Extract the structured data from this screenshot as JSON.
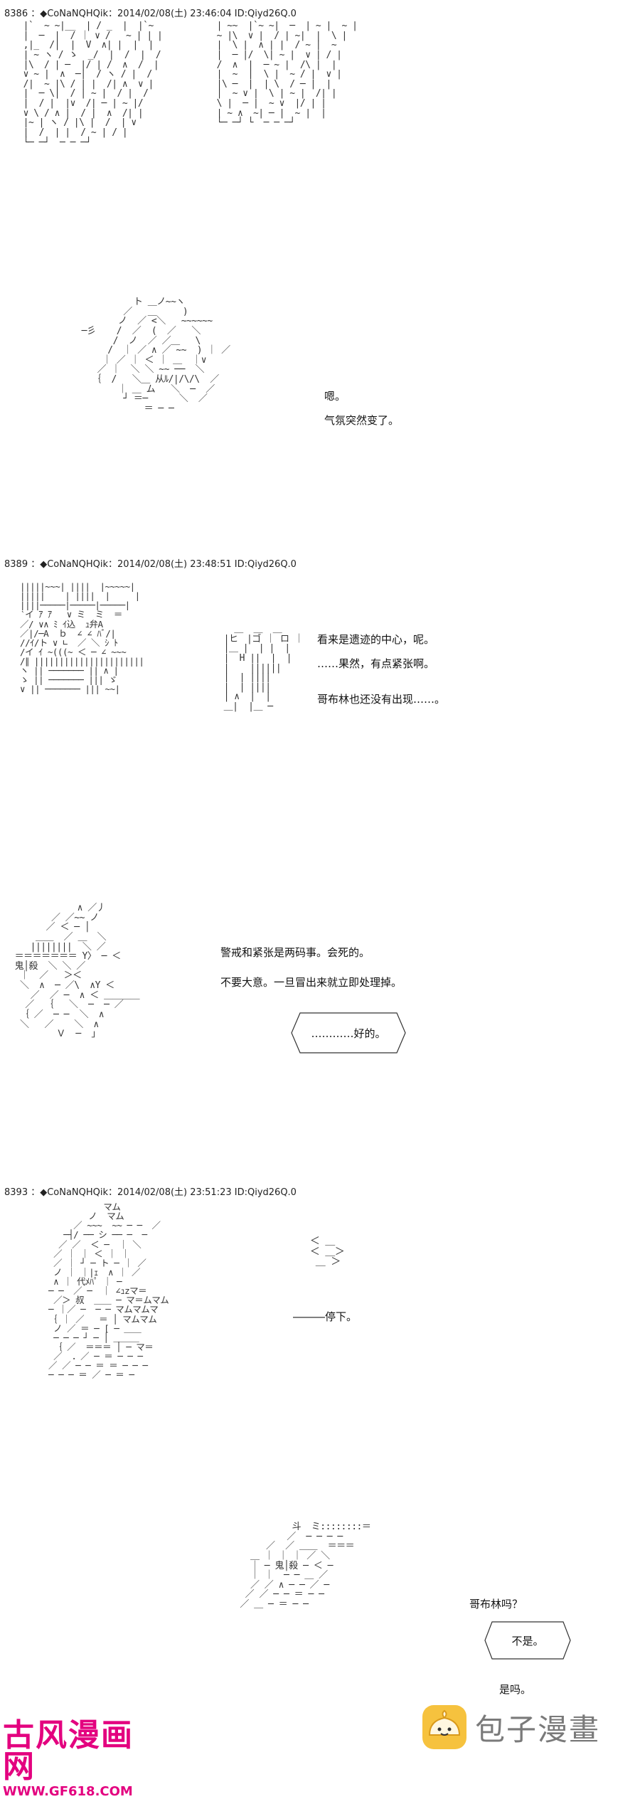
{
  "posts": [
    {
      "header": "8386 ：◆CoNaNQHQik：2014/02/08(土) 23:46:04 ID:Qiyd26Q.0"
    },
    {
      "header": "8389 ：◆CoNaNQHQik：2014/02/08(土) 23:48:51 ID:Qiyd26Q.0"
    },
    {
      "header": "8393 ：◆CoNaNQHQik：2014/02/08(土) 23:51:23 ID:Qiyd26Q.0"
    }
  ],
  "panel1": {
    "line1": "嗯。",
    "line2": "气氛突然变了。"
  },
  "panel2": {
    "line1": "看来是遗迹的中心，呢。",
    "line2": "……果然，有点紧张啊。",
    "line3": "哥布林也还没有出现……。"
  },
  "panel3": {
    "line1": "警戒和紧张是两码事。会死的。",
    "line2": "不要大意。一旦冒出来就立即处理掉。",
    "bubble": "…………好的。"
  },
  "panel4": {
    "line1": "―――停下。"
  },
  "panel5": {
    "line1": "哥布林吗？",
    "bubble": "不是。",
    "line2": "是吗。"
  },
  "aa": {
    "a1": "  |`  ~ ~|__  | / _  |  |`~    \n  |  ─  |  / ｜ ∨ /   ~ | | |\n  ,|_  /|  |  V  ∧| |  |  |\n  | ~ ヽ / ゝ  _/  |  /  |  /\n  |\\  / | ─  |/ | /  ∧  /  |\n  ∨ ~ |  ∧  ─|  / ヽ / |  /\n  /|  ~ |\\ / | |  /| ∧  ∨ |\n  |  ─ \\|  / | ~ |  / |  /\n  |  / |  |∨  /| ─ | ~ |/\n  ∨ \\ / ∧ |  / |  ∧  /| |\n  |~ | ヽ / |\\ |  /  | ∨\n  |  /  | |  / ~ | / |\n  └─ ─┘  ─ ─ ─┘",
    "a2": "  | ~~  |`~ ~|  ─  | ~ |  ~ |\n  ~ |\\  ∨ |  / | ~|  |  \\ |\n  |  \\ |  ∧ | |  / ~ |  ~\n  |  ─ |/  \\| ~ |  ∨ | / |\n  /  ∧  |  ─ ~ |  /\\ |  |\n  |  ~  |  \\ |  ~ / |  ∨ |\n  |\\ ─  |  | \\  / ─ |  |\n  |  ~ ∨ |  \\ | ~ |  /| |\n  \\ |  ─ |  ~ ∨  |/ | |\n  | ~ ∧  ~| ─ |  ~ |  |\n  └─ ─┘ └  ─ ─ ─┘",
    "a3": "            ト ＿ノ~~ヽ\n          ／   ＿     )\n         ノ  ／ <＼   ~~~~~~\n  ─彡    /  ／  (  ／   ＼\n        /  ノ  ／ ／＿   \\\n       /  ｜ ／ ∧ ／ ~~  ) ｜ ／\n      ｜ ／ ｜ ＜ ｜ ＿  ｜∨\n     ／ ｜  ＼ ＼ ~~ ──  ＼\n    ｛  /   ＼＿ 从ﾙ/|/\\/\\  ／\n         ｜ ＿ ム   ＼  ─  ／\n          ┘ ＝─      ＼  ／\n              ＝ ─ ─",
    "a4": "  |||||~~~| ||||  |~~~~~|\n  |||||    | ||||  |     |\n  ||||─────|─────|─────|\n  ‵イ ｱ ｱ   ∨ ミ  ミ  ＝\n  ／/ ∨∧ ﾐ ｲ込  ｭ弁A\n  ／|/─A  ｂ  ∠ ∠ ﾊﾞ/|\n  //ｲ/ト ∨ ∟  ／ ＼ ｼ ﾄ\n  /イ ｲ ~(((~ ＜ ─ ∠ ~~~\n  /∥ ||||||||||||||||||||||\n  ヽ || ─────── || ∧ |\n  ゝ || ─────── ||| ゞ\n  ∨ || ─────── ||| ~~|",
    "a5": "    ＿  ＿  ＿\n  |ヒ　|ゴ ｜ ロ ｜\n  |＿ |  | |  |\n  |  H ||  |  |\n  |    ||||||\n  |  | ||||\n  |  | ||||\n  | ∧  |  |\n  ＿|  |＿ ─",
    "a6": "              ∧ ／丿\n         ／ ／~~ ノ\n        ／ ＜ ─ │\n      ＿＿  ／ ＿  ＼\n     ||||||||  ＼ ／\n  ＝＝＝＝＝＝＝ Y〉 ─ ＜\n  鬼│殺  ＼ ＼ ／\n   ｜  ／   ＞＜\n   ＼  ∧  ─ ／\\  ∧Y ＜\n     ／  ／ ─  ∧ ＜ ＿＿＿＿\n    ／  ｛   ＼  ─  ─ ／\n   ｛ ／  ─ ─  ＼  ∧\n   ＼   ／    ＼  ∧\n          Ｖ  ─  ｣",
    "a7": "             マム\n          ノ  マム\n       ／ ~~~  ~~ ─ ─  ／\n     ─┤/ ── シ ── ─  ─\n    ／ ／  ＜ ─  ｜ ＼\n   ／ ｜ ｜ ＜ ｜ ｜\n   ／ ｜ ┘ ─ ト ─ ｜ ／\n   ノ ｜ ｜|ｪ  ∧ ｜ ／\n   ∧ ｜ 代ﾒﾊﾟ ｜ ─\n  ─ ─  ／ ─  ｜ ∠ｭzマ＝\n   ／＞ 叔  ＿＿ ─ マ＝ムマム\n  ─ ｜／ ─  ─ ─ マムマムマ\n  ｛ ｜ ／   ＝ │ マムマム\n   ノ ／ ＝ ─ [ ─ ＿＿\n   ─ ─ ─ ┘ ─ │ ＿＿＿\n   ｛ ／  ＝＝＝ │ ─ マ＝\n   ／  ．／ ─ ＝ ─ ─ ─\n  ／ ／ ─ ─ ＝ ＝ ─ ─ ─\n  ─ ─ ─ ＝ ／ ─ ＝ ─",
    "a8": "  ＜ ＿\n  ＜ ＿＞\n   ＿ ＞",
    "a9": "           斗  ミ::::::::＝\n          ／  ─ ─ ─ ─\n      ／  ／ ＿＿  ＝＝＝\n   ＿ ｜ ｜ ｜ ／ ＼\n   ｜ ─ 鬼│殺 ─ ＜ ─\n   ｜ ｜  ─ ─ ＿ ／\n   ／ ／ ∧ ─ ─ ／ ─\n  ／ ／ ─ ─ ＝ ─ ─\n ／ ＿ ─ ＝ ─ ─"
  },
  "watermark": {
    "left_brand": "古风漫画网",
    "left_url": "WWW.GF618.COM",
    "right_brand": "包子漫畫"
  }
}
